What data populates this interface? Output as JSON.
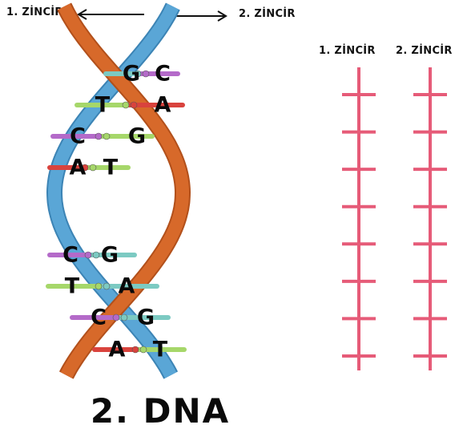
{
  "top_labels": {
    "left": "1. ZİNCİR",
    "right": "2. ZİNCİR"
  },
  "ladder_headers": {
    "strand1": "1. ZİNCİR",
    "strand2": "2. ZİNCİR"
  },
  "title": "2. DNA",
  "base_pairs": [
    {
      "left": "G",
      "right": "C"
    },
    {
      "left": "T",
      "right": "A"
    },
    {
      "left": "C",
      "right": "G"
    },
    {
      "left": "A",
      "right": "T"
    },
    {
      "left": "C",
      "right": "G"
    },
    {
      "left": "T",
      "right": "A"
    },
    {
      "left": "C",
      "right": "G"
    },
    {
      "left": "A",
      "right": "T"
    }
  ],
  "ladder_rungs_per_strand": 8,
  "colors": {
    "strand_orange": "#d7692a",
    "strand_blue": "#5aa6d6",
    "ladder_pink": "#e65b78",
    "bar_green": "#a6d76a",
    "bar_purple": "#b46ac9",
    "bar_teal": "#7ccac2",
    "bar_red": "#d9433d"
  }
}
